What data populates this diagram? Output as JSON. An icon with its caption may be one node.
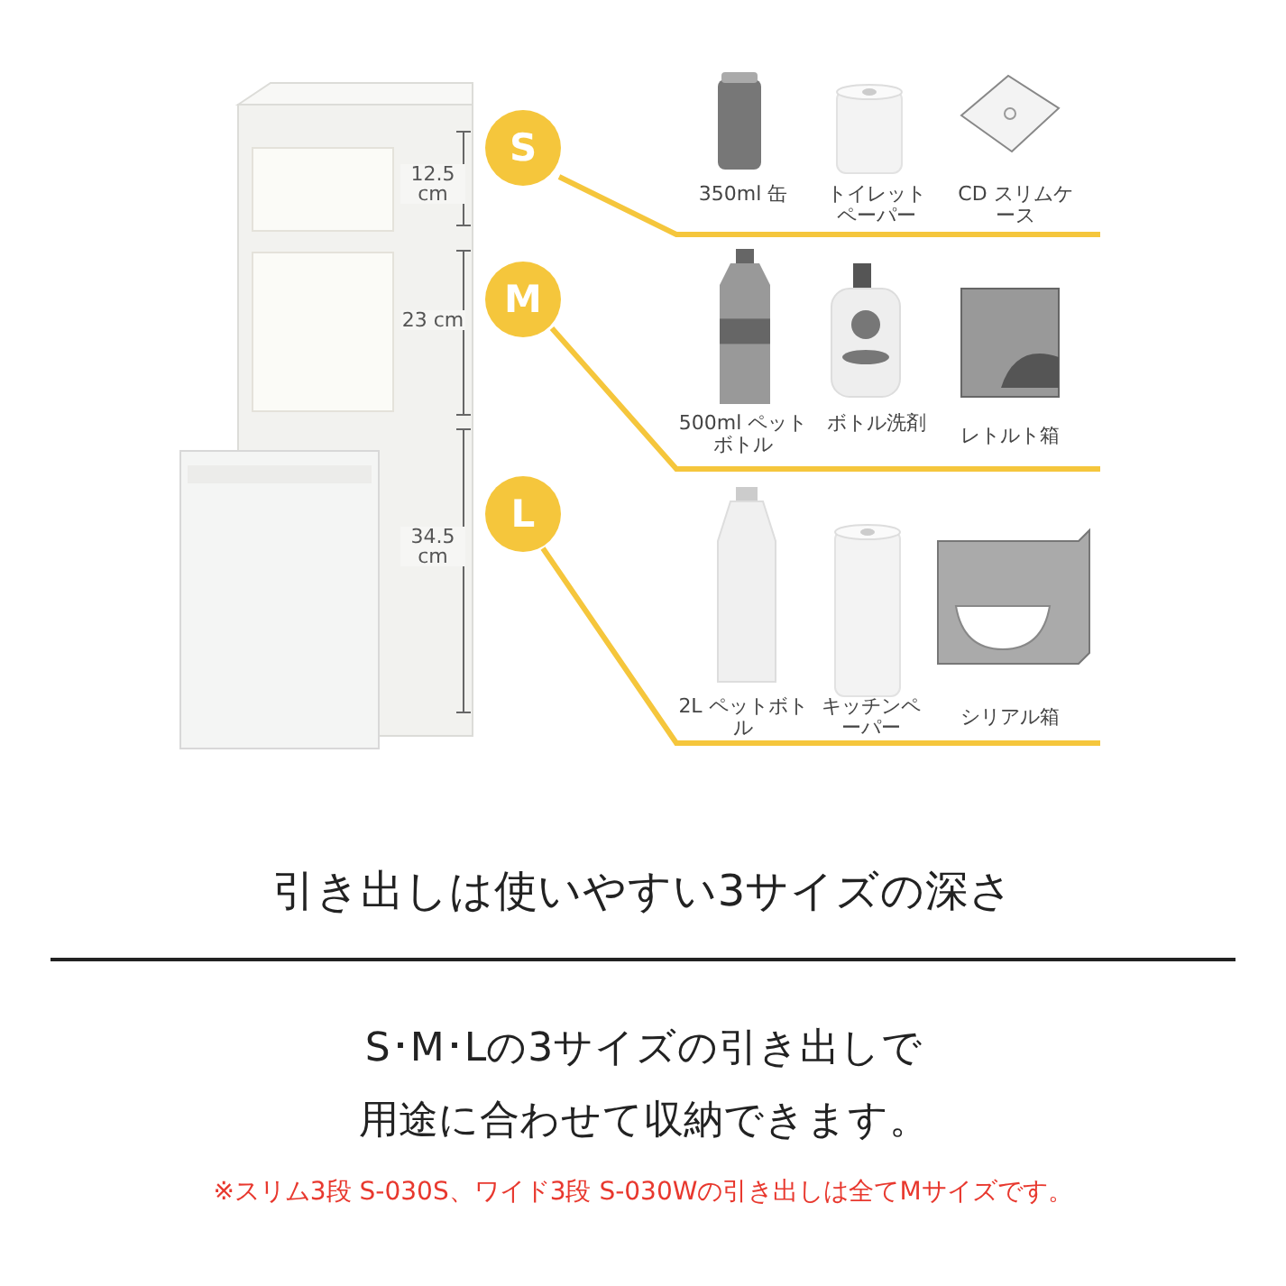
{
  "diagram": {
    "title": "引き出しは使いやすい3サイズの深さ",
    "caption": "S･M･Lの3サイズの引き出しで用途に合わせて収納できます。",
    "nodes": [
      {
        "text": [
          "S"
        ]
      },
      {
        "text": [
          "M"
        ]
      },
      {
        "text": [
          "L"
        ]
      }
    ],
    "edges": [
      {
        "from": 0,
        "to": null,
        "arrow": "none"
      },
      {
        "from": 1,
        "to": null,
        "arrow": "none"
      },
      {
        "from": 2,
        "to": null,
        "arrow": "none"
      }
    ],
    "labels": [
      "12.5 cm",
      "350ml 缶",
      "トイレットペーパー",
      "CD スリムケース",
      "23 cm",
      "500ml ペットボトル",
      "ボトル洗剤",
      "レトルト箱",
      "34.5 cm",
      "2L ペットボトル",
      "キッチンペーパー",
      "シリアル箱",
      "※スリム3段 S-030S、ワイド3段 S-030Wの引き出しは全てMサイズです。"
    ]
  }
}
